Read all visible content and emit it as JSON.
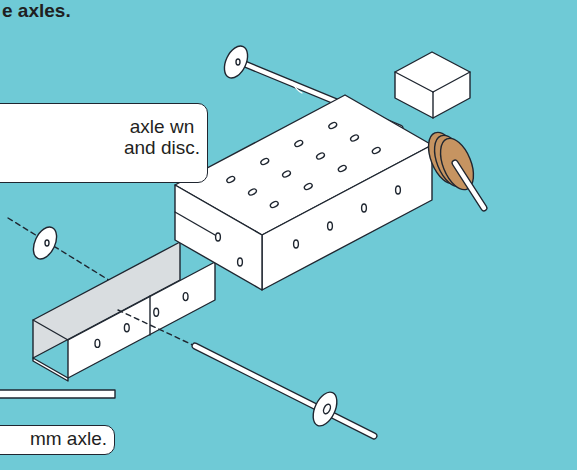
{
  "diagram": {
    "nodes": [
      {
        "text": [
          "axle wn and disc."
        ]
      },
      {
        "text": [
          "mm axle."
        ]
      }
    ],
    "labels": [
      "e axles."
    ]
  }
}
